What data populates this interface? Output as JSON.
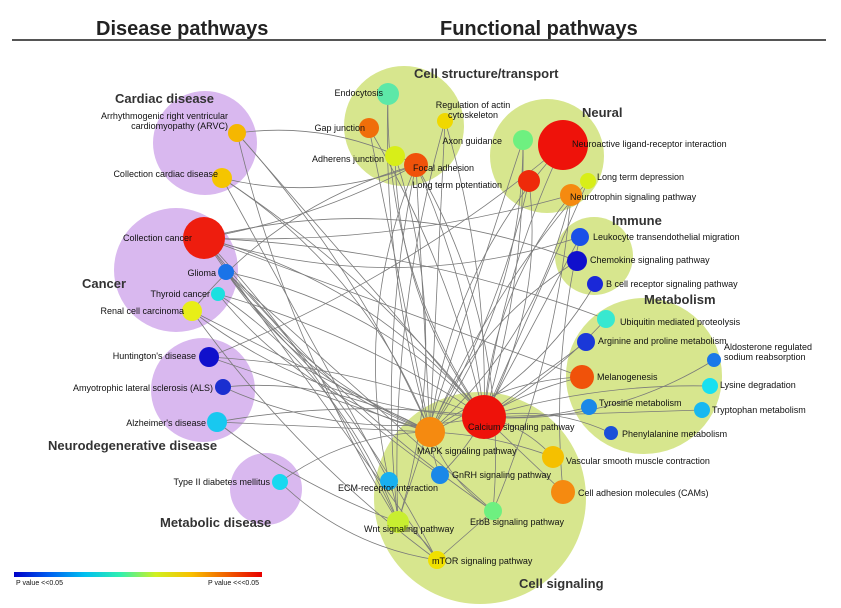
{
  "headings": {
    "disease": "Disease pathways",
    "functional": "Functional pathways"
  },
  "groups": [
    {
      "id": "cardiac",
      "label": "Cardiac disease",
      "color": "#d9b8ef"
    },
    {
      "id": "cancer",
      "label": "Cancer",
      "color": "#d9b8ef"
    },
    {
      "id": "neuro",
      "label": "Neurodegenerative disease",
      "color": "#d9b8ef"
    },
    {
      "id": "metabolic",
      "label": "Metabolic disease",
      "color": "#d9b8ef"
    },
    {
      "id": "cellstruct",
      "label": "Cell structure/transport",
      "color": "#d7e68e"
    },
    {
      "id": "neural",
      "label": "Neural",
      "color": "#d7e68e"
    },
    {
      "id": "immune",
      "label": "Immune",
      "color": "#d7e68e"
    },
    {
      "id": "metabolism",
      "label": "Metabolism",
      "color": "#d7e68e"
    },
    {
      "id": "cellsignal",
      "label": "Cell signaling",
      "color": "#d7e68e"
    }
  ],
  "nodes": [
    {
      "id": "arvc",
      "label": [
        "Arrhythmogenic right ventricular",
        "cardiomyopathy (ARVC)"
      ],
      "color": "#f5b700"
    },
    {
      "id": "collcard",
      "label": [
        "Collection cardiac disease"
      ],
      "color": "#f5c500"
    },
    {
      "id": "collcancer",
      "label": [
        "Collection cancer"
      ],
      "color": "#ee1d0e"
    },
    {
      "id": "glioma",
      "label": [
        "Glioma"
      ],
      "color": "#1a73e8"
    },
    {
      "id": "thyroid",
      "label": [
        "Thyroid cancer"
      ],
      "color": "#1be0e0"
    },
    {
      "id": "renal",
      "label": [
        "Renal cell carcinoma"
      ],
      "color": "#e8ee18"
    },
    {
      "id": "huntington",
      "label": [
        "Huntington's disease"
      ],
      "color": "#1010cc"
    },
    {
      "id": "als",
      "label": [
        "Amyotrophic lateral sclerosis (ALS)"
      ],
      "color": "#1a2fd0"
    },
    {
      "id": "alzheimer",
      "label": [
        "Alzheimer's disease"
      ],
      "color": "#18c8f0"
    },
    {
      "id": "diabetes",
      "label": [
        "Type II diabetes mellitus"
      ],
      "color": "#18d8f0"
    },
    {
      "id": "endocytosis",
      "label": [
        "Endocytosis"
      ],
      "color": "#5de8a8"
    },
    {
      "id": "gapjunction",
      "label": [
        "Gap junction"
      ],
      "color": "#f06e0a"
    },
    {
      "id": "actin",
      "label": [
        "Regulation of actin",
        "cytoskeleton"
      ],
      "color": "#f0d800"
    },
    {
      "id": "adherens",
      "label": [
        "Adherens junction"
      ],
      "color": "#d8ee18"
    },
    {
      "id": "focal",
      "label": [
        "Focal adhesion"
      ],
      "color": "#f0520a"
    },
    {
      "id": "axon",
      "label": [
        "Axon guidance"
      ],
      "color": "#6ef080"
    },
    {
      "id": "neuroactive",
      "label": [
        "Neuroactive ligand-receptor interaction"
      ],
      "color": "#ee120a"
    },
    {
      "id": "ltd",
      "label": [
        "Long term depression"
      ],
      "color": "#d8ee18"
    },
    {
      "id": "ltp",
      "label": [
        "Long term potentiation"
      ],
      "color": "#ee2a0a"
    },
    {
      "id": "neurotrophin",
      "label": [
        "Neurotrophin signaling pathway"
      ],
      "color": "#f58a10"
    },
    {
      "id": "leukocyte",
      "label": [
        "Leukocyte transendothelial migration"
      ],
      "color": "#1a50e8"
    },
    {
      "id": "chemokine",
      "label": [
        "Chemokine signaling pathway"
      ],
      "color": "#1010cc"
    },
    {
      "id": "bcell",
      "label": [
        "B cell receptor signaling pathway"
      ],
      "color": "#1a28d8"
    },
    {
      "id": "ubiquitin",
      "label": [
        "Ubiquitin mediated proteolysis"
      ],
      "color": "#38e8d0"
    },
    {
      "id": "arginine",
      "label": [
        "Arginine and proline metabolism"
      ],
      "color": "#1a38d8"
    },
    {
      "id": "aldosterone",
      "label": [
        "Aldosterone regulated",
        "sodium reabsorption"
      ],
      "color": "#1a78e8"
    },
    {
      "id": "melanogenesis",
      "label": [
        "Melanogenesis"
      ],
      "color": "#f0520a"
    },
    {
      "id": "lysine",
      "label": [
        "Lysine degradation"
      ],
      "color": "#18e0f0"
    },
    {
      "id": "tyrosine",
      "label": [
        "Tyrosine metabolism"
      ],
      "color": "#1a88e8"
    },
    {
      "id": "tryptophan",
      "label": [
        "Tryptophan metabolism"
      ],
      "color": "#18b8f0"
    },
    {
      "id": "phenylalanine",
      "label": [
        "Phenylalanine metabolism"
      ],
      "color": "#1a50d8"
    },
    {
      "id": "calcium",
      "label": [
        "Calcium signaling pathway"
      ],
      "color": "#ee120a"
    },
    {
      "id": "mapk",
      "label": [
        "MAPK signaling pathway"
      ],
      "color": "#f58a10"
    },
    {
      "id": "vascular",
      "label": [
        "Vascular smooth muscle contraction"
      ],
      "color": "#f5c000"
    },
    {
      "id": "gnrh",
      "label": [
        "GnRH signaling pathway"
      ],
      "color": "#1a88e8"
    },
    {
      "id": "ecm",
      "label": [
        "ECM-receptor interaction"
      ],
      "color": "#18b0f0"
    },
    {
      "id": "cam",
      "label": [
        "Cell adhesion molecules (CAMs)"
      ],
      "color": "#f58a10"
    },
    {
      "id": "erbb",
      "label": [
        "ErbB signaling pathway"
      ],
      "color": "#6ef080"
    },
    {
      "id": "wnt",
      "label": [
        "Wnt signaling pathway"
      ],
      "color": "#c8ee30"
    },
    {
      "id": "mtor",
      "label": [
        "mTOR signaling pathway"
      ],
      "color": "#f0e000"
    }
  ],
  "edges": [
    [
      "arvc",
      "focal"
    ],
    [
      "arvc",
      "mapk"
    ],
    [
      "arvc",
      "calcium"
    ],
    [
      "arvc",
      "wnt"
    ],
    [
      "collcard",
      "focal"
    ],
    [
      "collcard",
      "mapk"
    ],
    [
      "collcard",
      "calcium"
    ],
    [
      "collcard",
      "ecm"
    ],
    [
      "collcancer",
      "focal"
    ],
    [
      "collcancer",
      "mapk"
    ],
    [
      "collcancer",
      "calcium"
    ],
    [
      "collcancer",
      "wnt"
    ],
    [
      "collcancer",
      "mtor"
    ],
    [
      "collcancer",
      "neurotrophin"
    ],
    [
      "collcancer",
      "leukocyte"
    ],
    [
      "collcancer",
      "chemokine"
    ],
    [
      "collcancer",
      "ubiquitin"
    ],
    [
      "collcancer",
      "melanogenesis"
    ],
    [
      "collcancer",
      "erbb"
    ],
    [
      "glioma",
      "mapk"
    ],
    [
      "glioma",
      "calcium"
    ],
    [
      "glioma",
      "mtor"
    ],
    [
      "glioma",
      "erbb"
    ],
    [
      "glioma",
      "gnrh"
    ],
    [
      "thyroid",
      "mapk"
    ],
    [
      "thyroid",
      "wnt"
    ],
    [
      "thyroid",
      "calcium"
    ],
    [
      "renal",
      "mapk"
    ],
    [
      "renal",
      "mtor"
    ],
    [
      "renal",
      "calcium"
    ],
    [
      "renal",
      "focal"
    ],
    [
      "huntington",
      "calcium"
    ],
    [
      "huntington",
      "mapk"
    ],
    [
      "huntington",
      "neuroactive"
    ],
    [
      "als",
      "calcium"
    ],
    [
      "als",
      "mapk"
    ],
    [
      "alzheimer",
      "calcium"
    ],
    [
      "alzheimer",
      "mapk"
    ],
    [
      "alzheimer",
      "wnt"
    ],
    [
      "diabetes",
      "mtor"
    ],
    [
      "diabetes",
      "mapk"
    ],
    [
      "focal",
      "calcium"
    ],
    [
      "focal",
      "mapk"
    ],
    [
      "focal",
      "wnt"
    ],
    [
      "focal",
      "ecm"
    ],
    [
      "focal",
      "erbb"
    ],
    [
      "actin",
      "calcium"
    ],
    [
      "actin",
      "mapk"
    ],
    [
      "actin",
      "wnt"
    ],
    [
      "adherens",
      "calcium"
    ],
    [
      "adherens",
      "wnt"
    ],
    [
      "gapjunction",
      "calcium"
    ],
    [
      "gapjunction",
      "mapk"
    ],
    [
      "endocytosis",
      "mapk"
    ],
    [
      "endocytosis",
      "calcium"
    ],
    [
      "axon",
      "mapk"
    ],
    [
      "axon",
      "calcium"
    ],
    [
      "axon",
      "wnt"
    ],
    [
      "neuroactive",
      "calcium"
    ],
    [
      "neuroactive",
      "mapk"
    ],
    [
      "ltp",
      "calcium"
    ],
    [
      "ltp",
      "mapk"
    ],
    [
      "ltd",
      "calcium"
    ],
    [
      "ltd",
      "mapk"
    ],
    [
      "neurotrophin",
      "calcium"
    ],
    [
      "neurotrophin",
      "mapk"
    ],
    [
      "neurotrophin",
      "erbb"
    ],
    [
      "leukocyte",
      "calcium"
    ],
    [
      "leukocyte",
      "cam"
    ],
    [
      "chemokine",
      "mapk"
    ],
    [
      "bcell",
      "mapk"
    ],
    [
      "ubiquitin",
      "calcium"
    ],
    [
      "arginine",
      "calcium"
    ],
    [
      "melanogenesis",
      "calcium"
    ],
    [
      "melanogenesis",
      "mapk"
    ],
    [
      "aldosterone",
      "calcium"
    ],
    [
      "tyrosine",
      "calcium"
    ],
    [
      "tryptophan",
      "calcium"
    ],
    [
      "lysine",
      "calcium"
    ],
    [
      "phenylalanine",
      "calcium"
    ],
    [
      "calcium",
      "vascular"
    ],
    [
      "calcium",
      "gnrh"
    ],
    [
      "calcium",
      "cam"
    ],
    [
      "mapk",
      "gnrh"
    ],
    [
      "mapk",
      "erbb"
    ],
    [
      "wnt",
      "mtor"
    ],
    [
      "ecm",
      "wnt"
    ],
    [
      "erbb",
      "mtor"
    ],
    [
      "vascular",
      "mapk"
    ]
  ],
  "legend": {
    "low_label": "P value <<0.05",
    "high_label": "P value <<<0.05",
    "colors": [
      "#0000c8",
      "#0060f0",
      "#00c0f0",
      "#30f0b0",
      "#d0f020",
      "#f8c000",
      "#f06000",
      "#e80000"
    ]
  }
}
